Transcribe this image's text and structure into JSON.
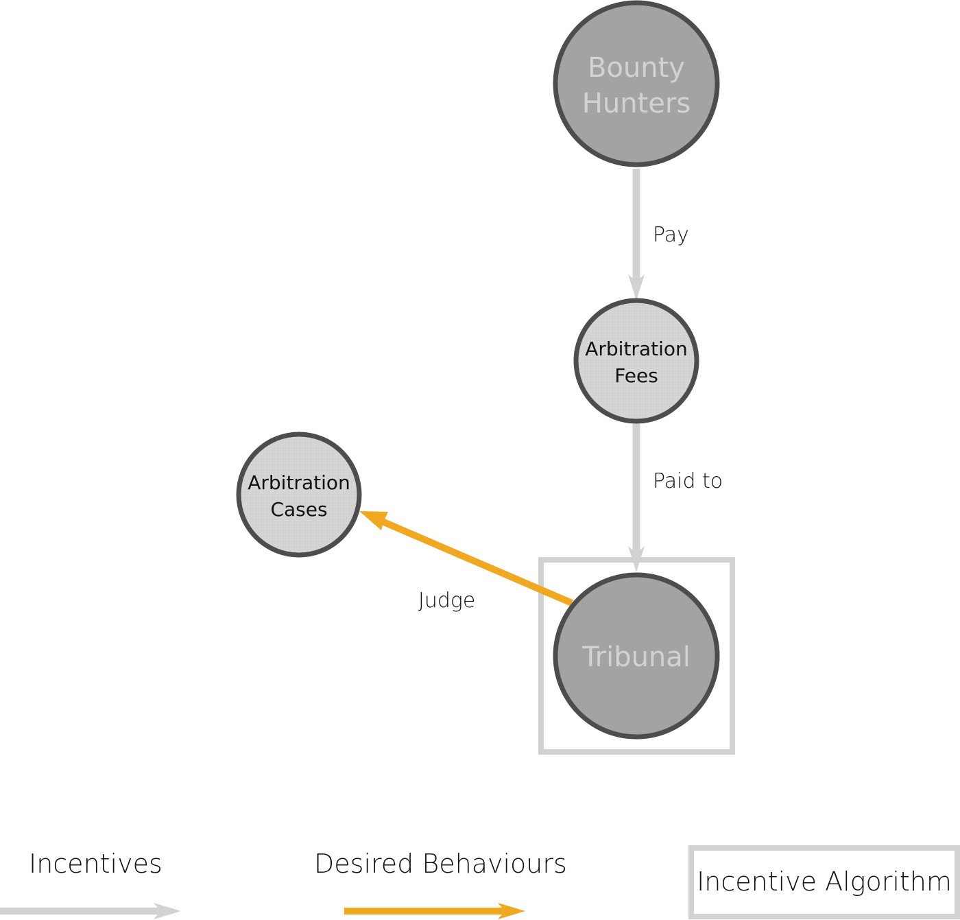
{
  "colors": {
    "incentive": "#d2d2d0",
    "desired_behaviour": "#f0a821",
    "node_stroke": "#4d4d4d",
    "node_light_fill": "#d5d5d5",
    "node_dark_fill": "#a3a3a3",
    "node_dark_text": "#d2d2d2",
    "algorithm_box": "#d2d2d0"
  },
  "nodes": {
    "bounty_hunters": {
      "line1": "Bounty",
      "line2": "Hunters"
    },
    "arbitration_fees": {
      "line1": "Arbitration",
      "line2": "Fees"
    },
    "arbitration_cases": {
      "line1": "Arbitration",
      "line2": "Cases"
    },
    "tribunal": {
      "label": "Tribunal"
    }
  },
  "edges": {
    "pay": "Pay",
    "paid_to": "Paid to",
    "judge": "Judge"
  },
  "legend": {
    "incentives": "Incentives",
    "desired_behaviours": "Desired Behaviours",
    "incentive_algorithm": "Incentive Algorithm"
  }
}
